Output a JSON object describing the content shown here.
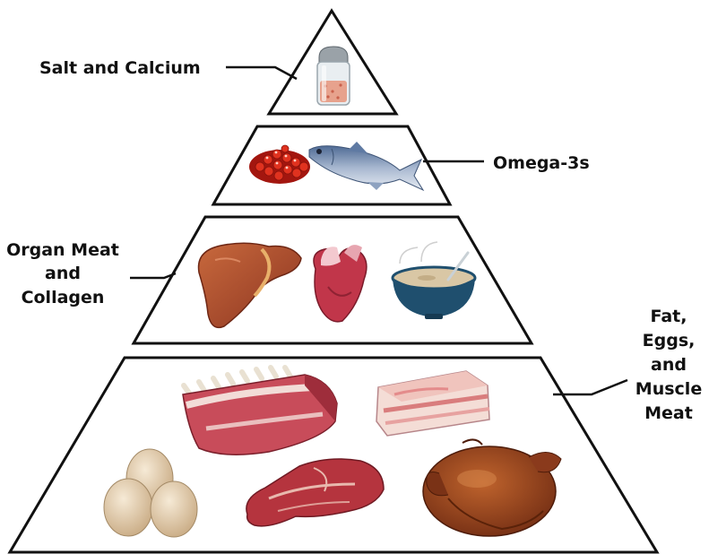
{
  "labels": {
    "salt": "Salt and Calcium",
    "omega": "Omega-3s",
    "organ": [
      "Organ Meat",
      "and",
      "Collagen"
    ],
    "base": [
      "Fat,",
      "Eggs,",
      "and",
      "Muscle",
      "Meat"
    ]
  },
  "icons": {
    "tier1": [
      "salt-shaker-icon"
    ],
    "tier2": [
      "fish-roe-icon",
      "sardine-fish-icon"
    ],
    "tier3": [
      "liver-icon",
      "heart-icon",
      "bone-broth-bowl-icon"
    ],
    "tier4": [
      "rack-of-ribs-icon",
      "pork-belly-icon",
      "eggs-icon",
      "steak-icon",
      "roast-chicken-icon"
    ]
  },
  "colors": {
    "outline": "#111111",
    "meat": "#b5343e",
    "fat": "#f2dcd7",
    "liver": "#a8442a",
    "bowl": "#1f4f6e",
    "broth": "#d9c7a5",
    "egg": "#e8d3b4",
    "chicken": "#8a3a1c",
    "fish": "#6f86a8",
    "roe": "#d8281c"
  }
}
